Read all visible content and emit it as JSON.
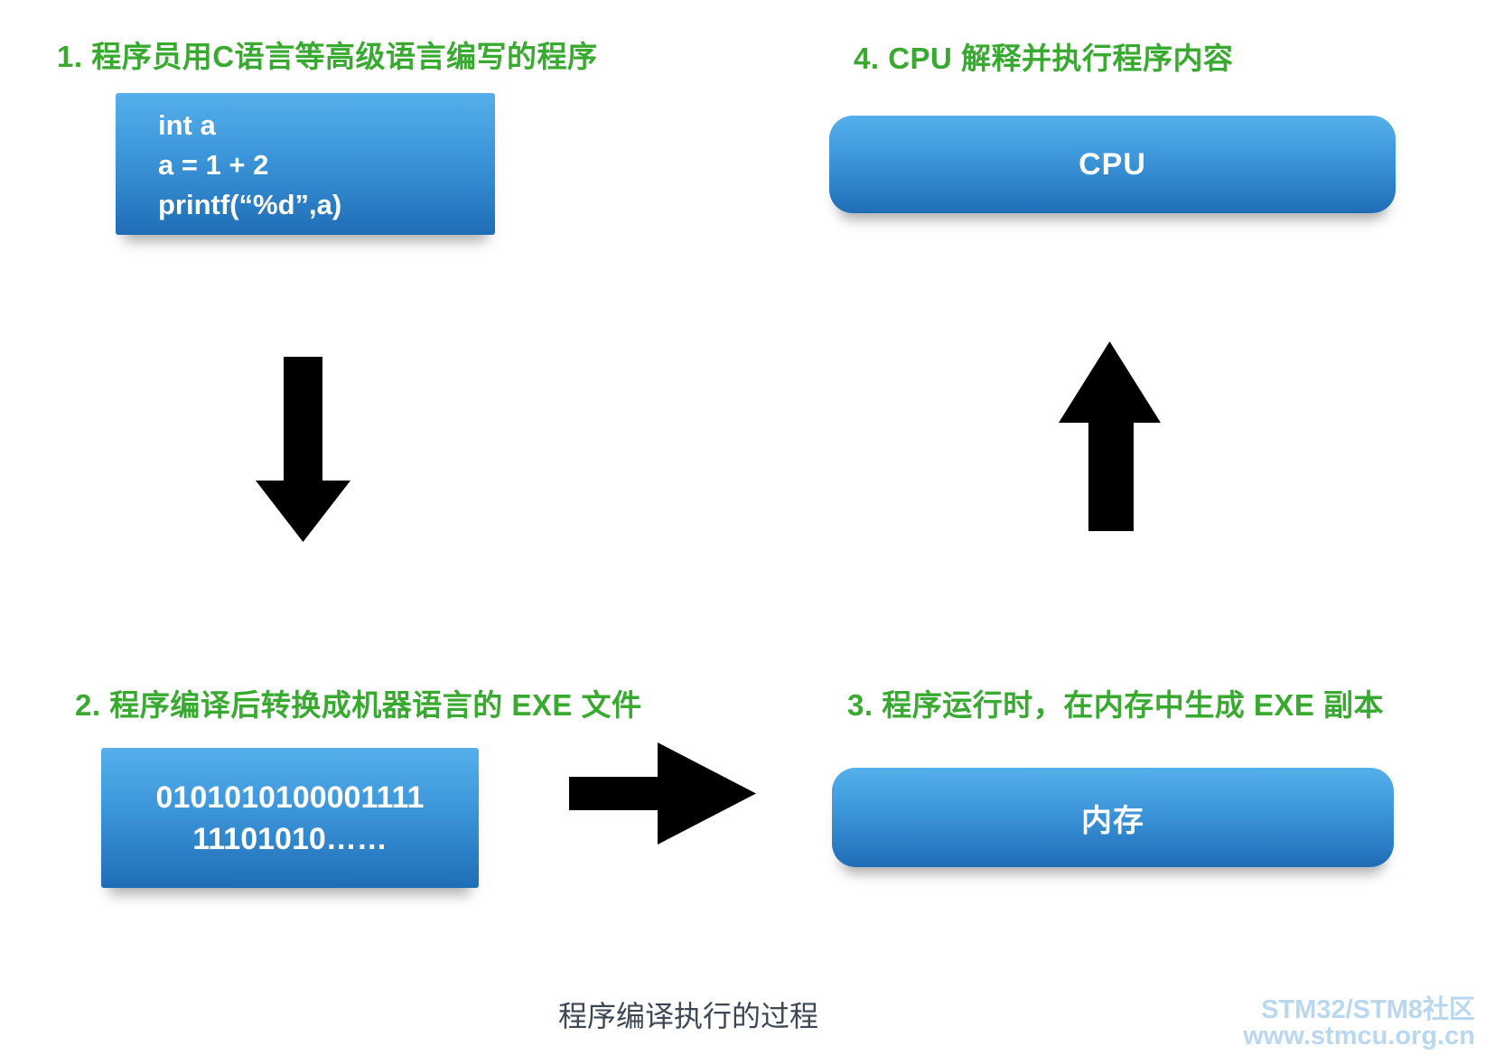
{
  "diagram": {
    "steps": [
      {
        "id": "1",
        "label": "1. 程序员用C语言等高级语言编写的程序",
        "box_type": "code",
        "box_lines": [
          "int a",
          "a  = 1 + 2",
          "printf(“%d”,a)"
        ]
      },
      {
        "id": "2",
        "label": "2. 程序编译后转换成机器语言的 EXE 文件",
        "box_type": "binary",
        "box_lines": [
          "0101010100001111",
          "11101010……"
        ]
      },
      {
        "id": "3",
        "label": "3. 程序运行时，在内存中生成 EXE 副本",
        "box_type": "rounded",
        "box_text": "内存"
      },
      {
        "id": "4",
        "label": "4. CPU 解释并执行程序内容",
        "box_type": "rounded",
        "box_text": "CPU"
      }
    ],
    "arrows": [
      {
        "name": "arrow-step1-to-step2",
        "direction": "down"
      },
      {
        "name": "arrow-step2-to-step3",
        "direction": "right"
      },
      {
        "name": "arrow-step3-to-step4",
        "direction": "up"
      }
    ],
    "caption": "程序编译执行的过程",
    "watermark": {
      "line1": "STM32/STM8社区",
      "line2": "www.stmcu.org.cn"
    },
    "colors": {
      "label_green": "#38aa30",
      "box_blue_top": "#55afea",
      "box_blue_bottom": "#1f6db6",
      "box_text": "#ffffff",
      "caption_dark": "#3d4654",
      "watermark_blue": "#b9d8f0",
      "arrow_black": "#000000"
    }
  }
}
